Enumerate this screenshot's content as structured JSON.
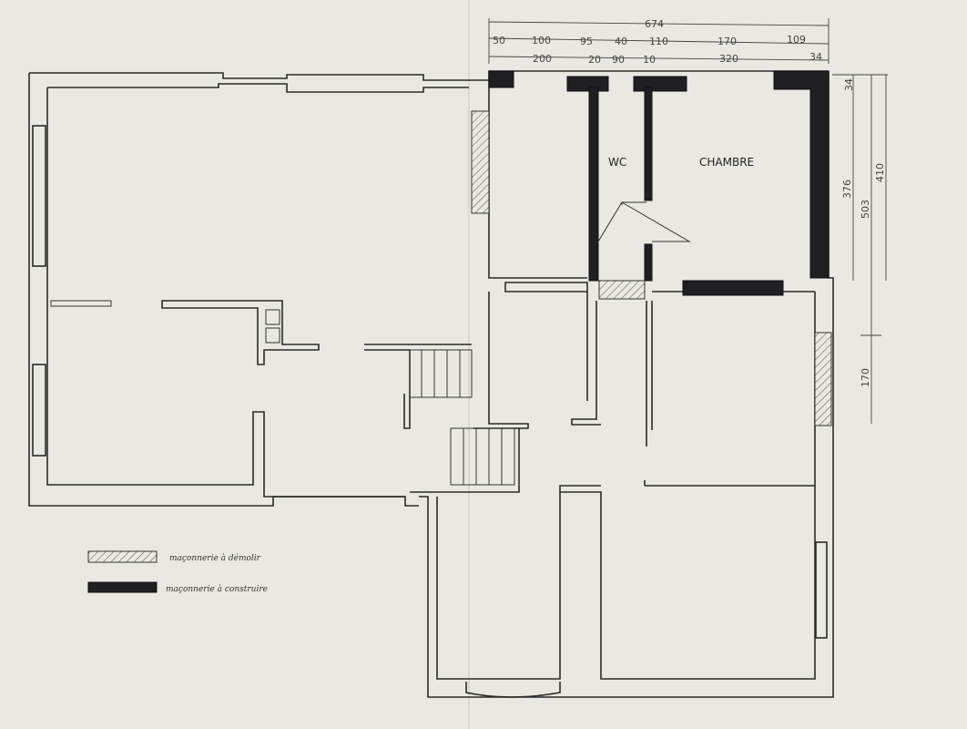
{
  "rooms": {
    "wc": "WC",
    "chambre": "CHAMBRE"
  },
  "dimensions": {
    "total_width": "674",
    "top_row": [
      "50",
      "100",
      "95",
      "40",
      "110",
      "170",
      "109"
    ],
    "bottom_row": [
      "200",
      "20",
      "90",
      "10",
      "320",
      "34"
    ],
    "vertical": {
      "top": "34",
      "a": "376",
      "b": "503",
      "c": "410",
      "d": "170"
    }
  },
  "legend": [
    {
      "label": "maçonnerie à démolir",
      "style": "hatched"
    },
    {
      "label": "maçonnerie à construire",
      "style": "solid"
    }
  ],
  "colors": {
    "paper": "#e9e8e3",
    "ink": "#1f1f22"
  }
}
